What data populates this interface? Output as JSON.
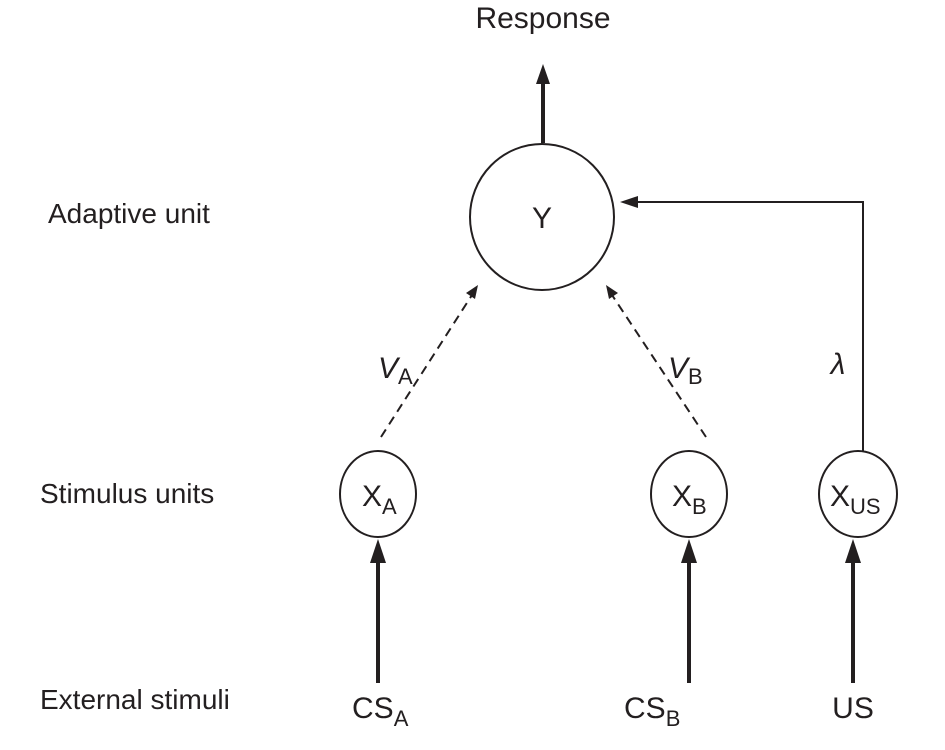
{
  "diagram": {
    "response_label": "Response",
    "row_labels": {
      "adaptive": "Adaptive unit",
      "stimulus": "Stimulus units",
      "external": "External stimuli"
    },
    "adaptive_unit": {
      "label": "Y"
    },
    "stimulus_units": [
      {
        "id": "xa",
        "base": "X",
        "sub": "A"
      },
      {
        "id": "xb",
        "base": "X",
        "sub": "B"
      },
      {
        "id": "xus",
        "base": "X",
        "sub": "US"
      }
    ],
    "external_stimuli": [
      {
        "id": "csa",
        "base": "CS",
        "sub": "A"
      },
      {
        "id": "csb",
        "base": "CS",
        "sub": "B"
      },
      {
        "id": "us",
        "base": "US",
        "sub": ""
      }
    ],
    "weights": [
      {
        "base": "V",
        "sub": "A"
      },
      {
        "base": "V",
        "sub": "B"
      }
    ],
    "teaching_signal": "λ",
    "colors": {
      "ink": "#231f20",
      "background": "#ffffff"
    }
  }
}
